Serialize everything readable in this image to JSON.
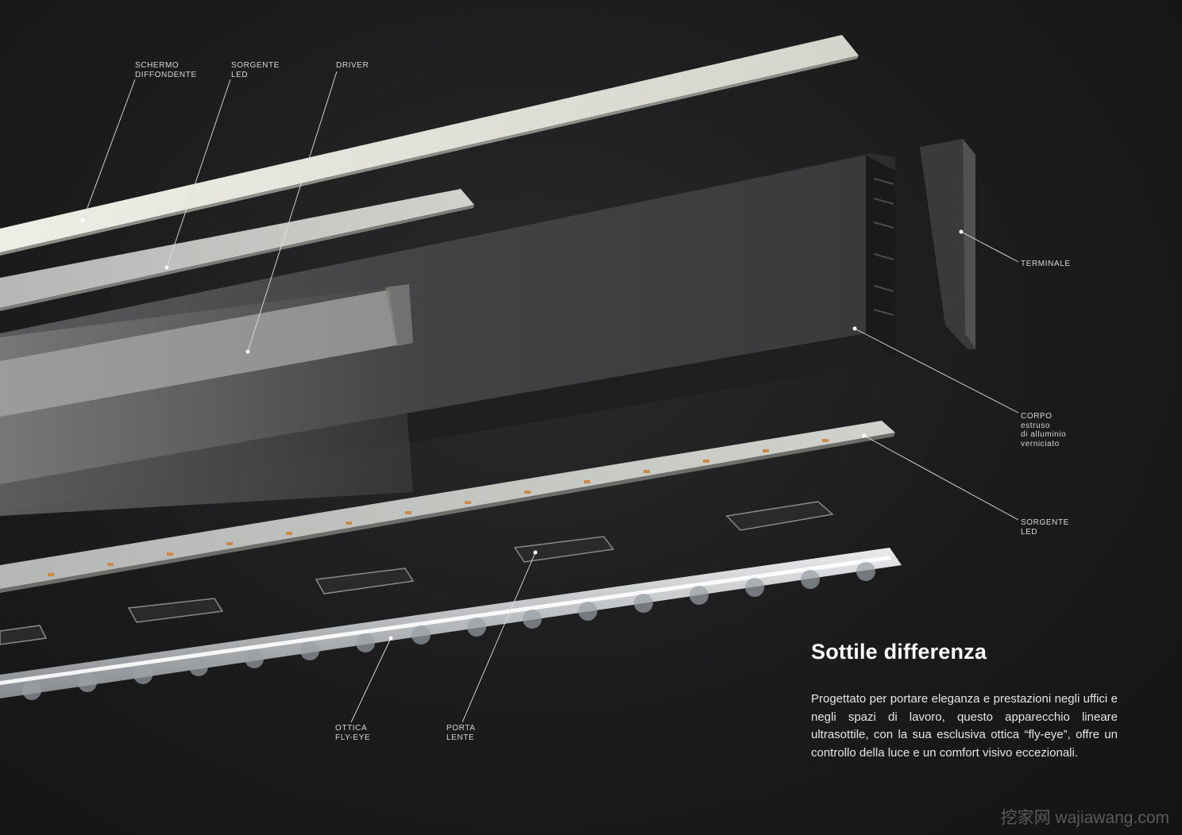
{
  "labels": {
    "schermo": [
      "SCHERMO",
      "DIFFONDENTE"
    ],
    "sorgente_top": [
      "SORGENTE",
      "LED"
    ],
    "driver": [
      "DRIVER"
    ],
    "terminale": [
      "TERMINALE"
    ],
    "corpo": [
      "CORPO",
      "estruso",
      "di alluminio",
      "verniciato"
    ],
    "sorgente_bottom": [
      "SORGENTE",
      "LED"
    ],
    "ottica": [
      "OTTICA",
      "FLY-EYE"
    ],
    "porta": [
      "PORTA",
      "LENTE"
    ]
  },
  "heading": "Sottile differenza",
  "description": "Progettato per portare eleganza e prestazioni negli uffici e negli spazi di lavoro, questo apparecchio lineare ultrasottile, con la sua esclusiva ottica “fly-eye”, offre un controllo della luce e un comfort visivo eccezionali.",
  "watermark": "挖家网 wajiawang.com",
  "colors": {
    "background": "#1b1b1c",
    "diffuser": "#ddddd6",
    "led_board": "#c9cbc6",
    "body": "#3b3b3d",
    "lens": "#bfc4c8",
    "line": "#e0e0e0"
  }
}
